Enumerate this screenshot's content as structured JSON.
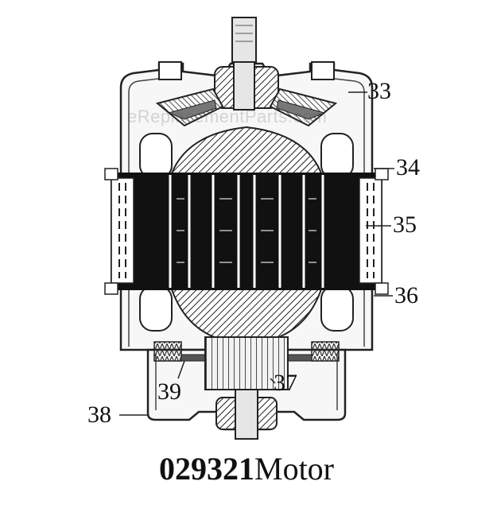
{
  "diagram": {
    "callouts": [
      {
        "id": "33",
        "text": "33"
      },
      {
        "id": "34",
        "text": "34"
      },
      {
        "id": "35",
        "text": "35"
      },
      {
        "id": "36",
        "text": "36"
      },
      {
        "id": "37",
        "text": "37"
      },
      {
        "id": "38",
        "text": "38"
      },
      {
        "id": "39",
        "text": "39"
      }
    ],
    "caption": {
      "model": "029321",
      "label": "Motor"
    },
    "watermark": "eReplacementParts.com"
  }
}
